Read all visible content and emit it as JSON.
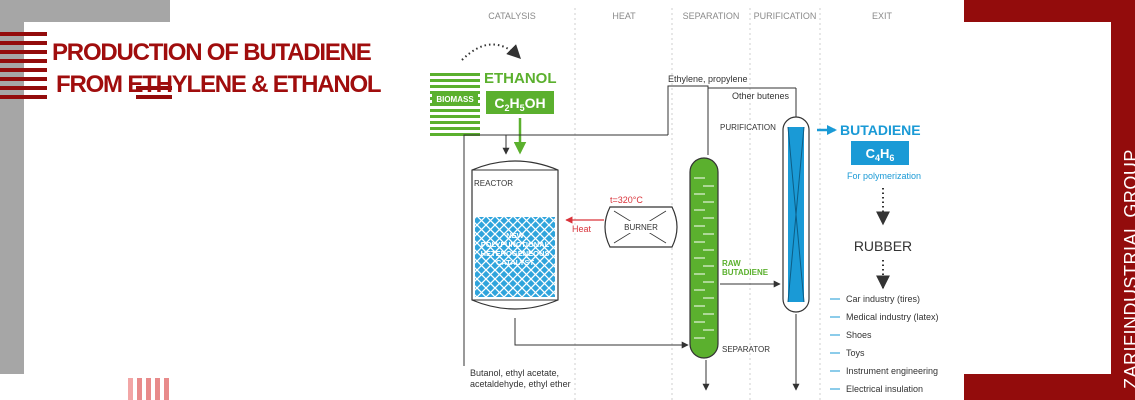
{
  "banner": {
    "title_line1": "PRODUCTION OF BUTADIENE",
    "title_line2": "FROM ETHYLENE & ETHANOL",
    "side_text": "ZARIFINDUSTRIAL GROUP"
  },
  "diagram": {
    "stages": [
      "CATALYSIS",
      "HEAT",
      "SEPARATION",
      "PURIFICATION",
      "EXIT"
    ],
    "ethanol_label": "ETHANOL",
    "ethanol_formula": "C2H5OH",
    "biomass_label": "BIOMASS",
    "reactor_label": "REACTOR",
    "catalyst_label": [
      "NEW",
      "POLYFUNCTIONAL",
      "HETEROGENEOUS",
      "CATALYST"
    ],
    "temperature_label": "t=320°C",
    "heat_label": "Heat",
    "burner_label": "BURNER",
    "raw_butadiene_label": [
      "RAW",
      "BUTADIENE"
    ],
    "separator_label": "SEPARATOR",
    "purification_label": "PURIFICATION",
    "ethylene_propylene_label": "Ethylene, propylene",
    "other_butenes_label": "Other butenes",
    "byproducts_label": [
      "Butanol, ethyl acetate,",
      "acetaldehyde, ethyl ether"
    ],
    "butadiene_label": "BUTADIENE",
    "butadiene_formula": "C4H6",
    "polymerization_label": "For polymerization",
    "rubber_label": "RUBBER",
    "applications": [
      "Car industry (tires)",
      "Medical industry (latex)",
      "Shoes",
      "Toys",
      "Instrument engineering",
      "Electrical insulation"
    ],
    "colors": {
      "green": "#5bb02e",
      "blue": "#1a9ad6",
      "red": "#d9343b",
      "dark": "#333333",
      "maroon": "#930c0c"
    }
  }
}
